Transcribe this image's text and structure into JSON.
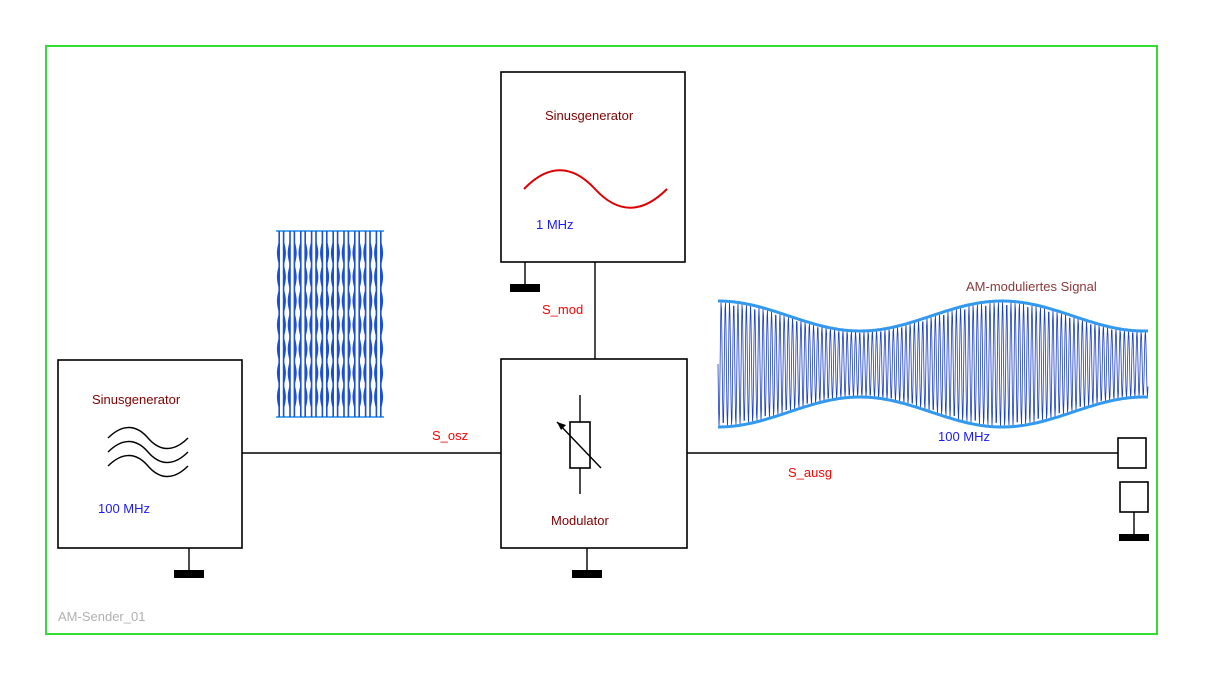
{
  "colors": {
    "frame": "#33dd33",
    "title_text": "#800000",
    "frequency_text": "#1a1aff",
    "signal_text": "#ff0000",
    "am_title_text": "#8b3a3a",
    "footer_text": "#b0b0b0",
    "carrier_wave": "#1a4fd6",
    "carrier_envelope": "#55aaee",
    "modulating_wave": "#dd0000",
    "am_envelope": "#3399ee",
    "am_fill": "#1a3fc8"
  },
  "carrier_generator": {
    "title": "Sinusgenerator",
    "frequency": "100 MHz",
    "icon": "triple-sine-wave-icon"
  },
  "modulation_generator": {
    "title": "Sinusgenerator",
    "frequency": "1 MHz",
    "icon": "sine-wave-icon"
  },
  "modulator": {
    "title": "Modulator",
    "icon": "variable-resistor-icon"
  },
  "signals": {
    "oscillator": "S_osz",
    "modulation": "S_mod",
    "output": "S_ausg"
  },
  "am_signal": {
    "title": "AM-moduliertes Signal",
    "frequency": "100 MHz"
  },
  "footer": {
    "label": "AM-Sender_01"
  }
}
